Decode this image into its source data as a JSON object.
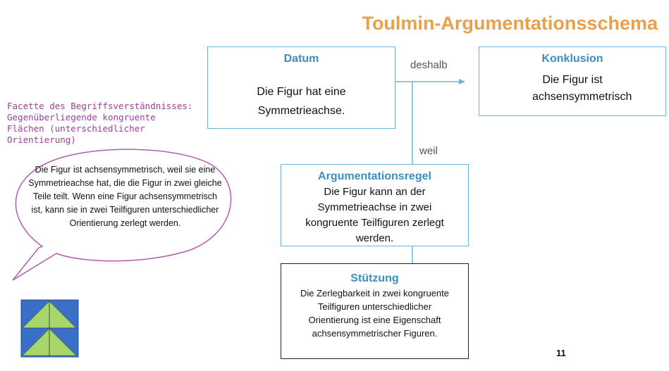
{
  "title": "Toulmin-Argumentationsschema",
  "datum": {
    "header": "Datum",
    "text": "Die Figur hat eine Symmetrieachse."
  },
  "konklusion": {
    "header": "Konklusion",
    "text": "Die Figur ist achsensymmetrisch"
  },
  "argumentationsregel": {
    "header": "Argumentationsregel",
    "text": "Die Figur kann an der Symmetrieachse in zwei kongruente Teilfiguren zerlegt werden."
  },
  "stuetzung": {
    "header": "Stützung",
    "text": "Die Zerlegbarkeit in zwei kongruente Teilfiguren unterschiedlicher Orientierung ist eine Eigenschaft achsensymmetrischer Figuren."
  },
  "labels": {
    "deshalb": "deshalb",
    "weil": "weil"
  },
  "facette": "Facette des Begriffsverständnisses: Gegenüberliegende kongruente Flächen (unterschiedlicher Orientierung)",
  "speech_bubble": "Die Figur ist achsensymmetrisch, weil sie eine Symmetrieachse hat, die die Figur in zwei gleiche Teile teilt.  Wenn eine Figur achsensymmetrisch ist, kann sie in zwei Teilfiguren unterschiedlicher Orientierung zerlegt werden.",
  "page_number": "11",
  "colors": {
    "title": "#e8a04a",
    "box_border": "#6fb3d8",
    "header_text": "#3a8fbe",
    "facette_text": "#a03c9e",
    "bubble_border": "#b05db0",
    "figure_blue": "#3a6fc8",
    "figure_green": "#a9d66a"
  }
}
